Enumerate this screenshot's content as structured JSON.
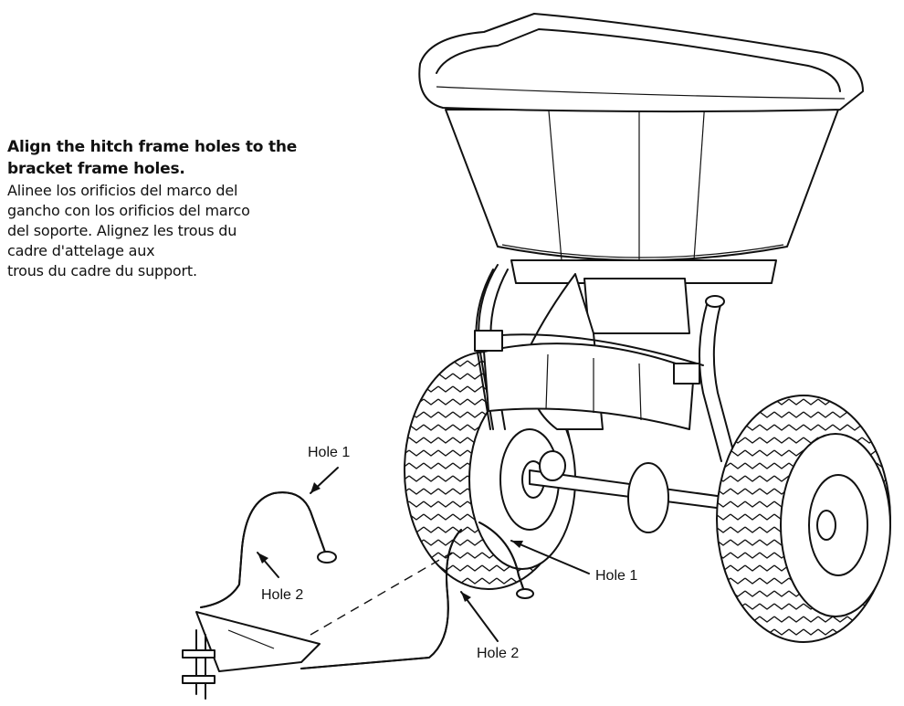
{
  "instructions": {
    "title_line1": "Align the hitch frame holes to the",
    "title_line2": "bracket frame holes.",
    "body_lines": [
      "Alinee los orificios del marco del",
      "gancho con los orificios del marco",
      "del soporte. Alignez les trous du",
      "cadre d'attelage aux",
      "trous du cadre du support."
    ]
  },
  "labels": {
    "hitch_hole_1": "Hole 1",
    "hitch_hole_2": "Hole 2",
    "bracket_hole_1": "Hole 1",
    "bracket_hole_2": "Hole 2"
  },
  "illustration": {
    "subject": "broadcast-spreader-with-hitch-frame",
    "line_color": "#111111",
    "background_color": "#ffffff"
  }
}
